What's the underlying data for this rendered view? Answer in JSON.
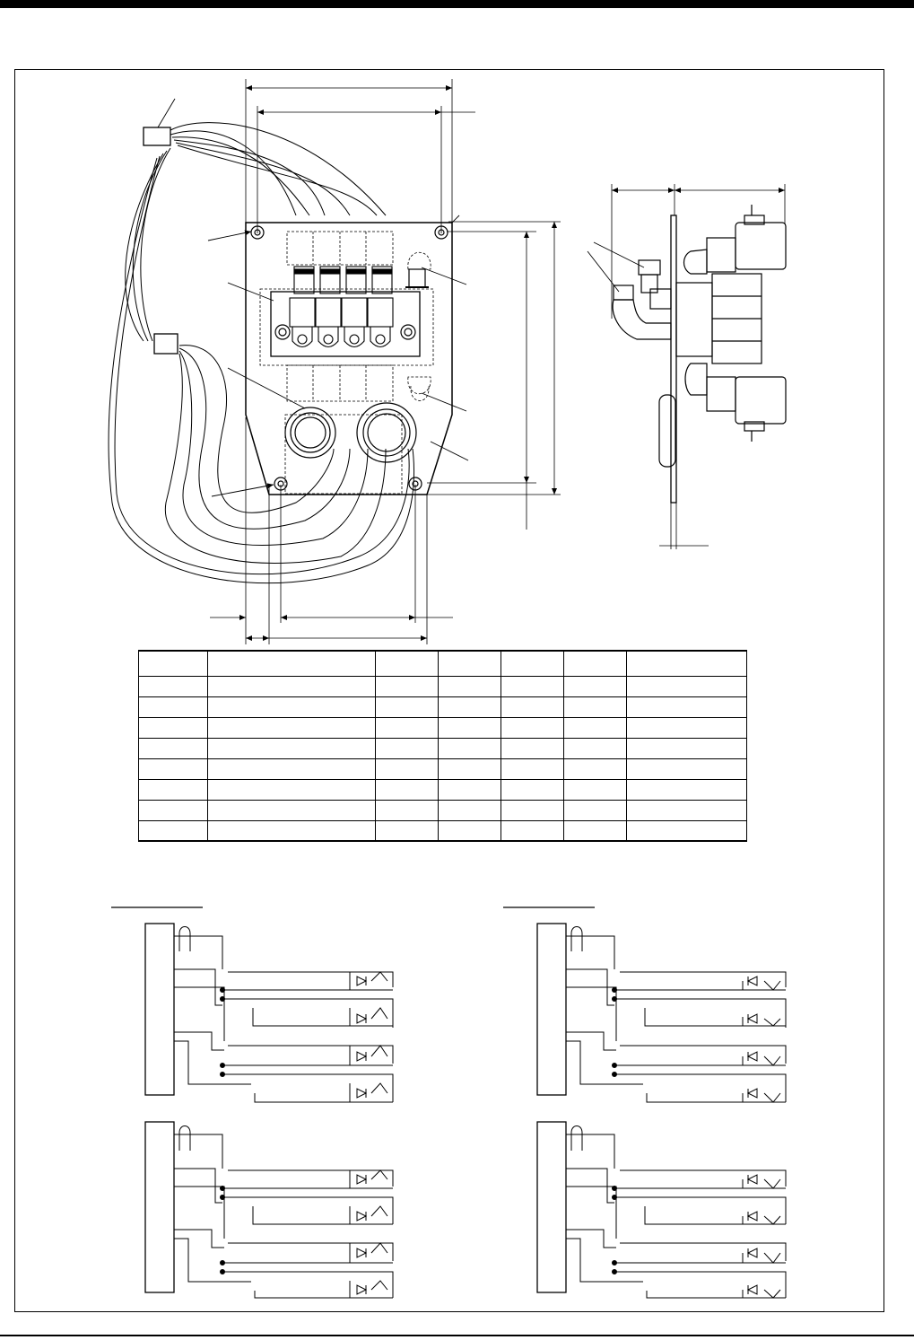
{
  "document": {
    "header_bar_color": "#000000",
    "line_color": "#000000",
    "background": "#ffffff"
  },
  "assembly_drawing": {
    "views": [
      "front-view",
      "side-view"
    ],
    "solenoid_valve_count": 4,
    "pressure_gauge_count": 2,
    "connector_count": 2,
    "mounting_hole_count": 4
  },
  "spec_table": {
    "column_count": 7,
    "row_count": 9,
    "headers": [
      "",
      "",
      "",
      "",
      "",
      "",
      ""
    ],
    "rows": [
      [
        "",
        "",
        "",
        "",
        "",
        "",
        ""
      ],
      [
        "",
        "",
        "",
        "",
        "",
        "",
        ""
      ],
      [
        "",
        "",
        "",
        "",
        "",
        "",
        ""
      ],
      [
        "",
        "",
        "",
        "",
        "",
        "",
        ""
      ],
      [
        "",
        "",
        "",
        "",
        "",
        "",
        ""
      ],
      [
        "",
        "",
        "",
        "",
        "",
        "",
        ""
      ],
      [
        "",
        "",
        "",
        "",
        "",
        "",
        ""
      ],
      [
        "",
        "",
        "",
        "",
        "",
        "",
        ""
      ]
    ]
  },
  "wiring_diagrams": {
    "left_heading": "",
    "right_heading": "",
    "diagram_count": 4,
    "coils_per_diagram": 4
  }
}
